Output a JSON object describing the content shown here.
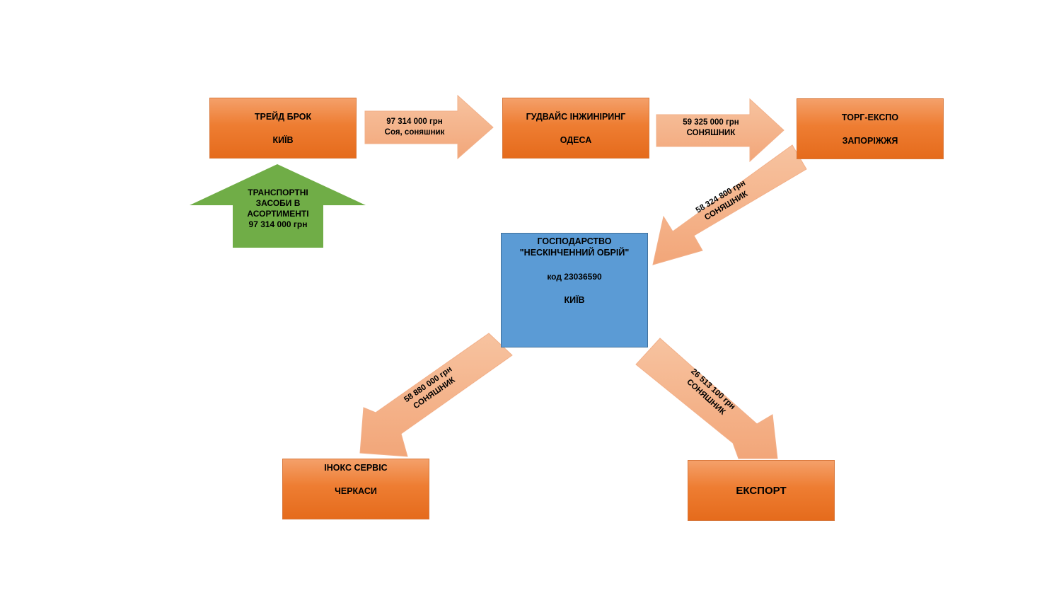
{
  "nodes": {
    "treid_brok": {
      "name": "ТРЕЙД БРОК",
      "city": "КИЇВ"
    },
    "gudvais": {
      "name": "ГУДВАЙС ІНЖИНІРИНГ",
      "city": "ОДЕСА"
    },
    "torg_ekspo": {
      "name": "ТОРГ-ЕКСПО",
      "city": "ЗАПОРІЖЖЯ"
    },
    "farm": {
      "line1": "ГОСПОДАРСТВО",
      "line2": "\"НЕСКІНЧЕННИЙ ОБРІЙ\"",
      "code": "код 23036590",
      "city": "КИЇВ"
    },
    "inoks": {
      "name": "ІНОКС СЕРВІС",
      "city": "ЧЕРКАСИ"
    },
    "eksport": {
      "name": "ЕКСПОРТ"
    }
  },
  "source": {
    "line1": "ТРАНСПОРТНІ",
    "line2": "ЗАСОБИ В",
    "line3": "АСОРТИМЕНТІ",
    "line4": "97 314 000 грн"
  },
  "flows": {
    "treid_to_gudvais": {
      "amount": "97 314 000 грн",
      "goods": "Соя, соняшник"
    },
    "gudvais_to_torg": {
      "amount": "59 325 000 грн",
      "goods": "СОНЯШНИК"
    },
    "torg_to_farm": {
      "amount": "58 324 800 грн",
      "goods": "СОНЯШНИК"
    },
    "farm_to_inoks": {
      "amount": "58 880 000 грн",
      "goods": "СОНЯШНИК"
    },
    "farm_to_eksport": {
      "amount": "26 513 100 грн",
      "goods": "СОНЯШНИК"
    }
  },
  "colors": {
    "orange_box": "#ed7d31",
    "arrow_fill": "#f4b183",
    "source_arrow": "#70ad47",
    "farm_box": "#5b9bd5"
  }
}
